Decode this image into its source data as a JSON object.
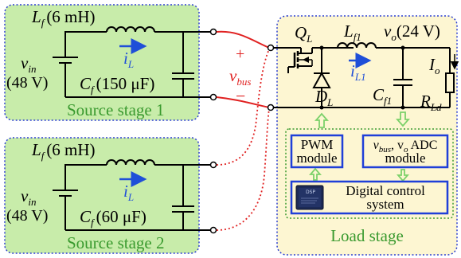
{
  "stages": {
    "source1": {
      "caption": "Source stage 1",
      "Lf_sym": "L",
      "Lf_sub": "f",
      "Lf_val": "(6 mH)",
      "iL_sym": "i",
      "iL_sub": "L",
      "vin_sym": "v",
      "vin_sub": "in",
      "vin_val": "(48 V)",
      "Cf_sym": "C",
      "Cf_sub": "f",
      "Cf_val": "(150 μF)"
    },
    "source2": {
      "caption": "Source stage 2",
      "Lf_sym": "L",
      "Lf_sub": "f",
      "Lf_val": "(6 mH)",
      "iL_sym": "i",
      "iL_sub": "L",
      "vin_sym": "v",
      "vin_sub": "in",
      "vin_val": "(48 V)",
      "Cf_sym": "C",
      "Cf_sub": "f",
      "Cf_val": "(60 μF)"
    },
    "load": {
      "caption": "Load stage",
      "QL_sym": "Q",
      "QL_sub": "L",
      "DL_sym": "D",
      "DL_sub": "L",
      "Lf1_sym": "L",
      "Lf1_sub": "f1",
      "iL1_sym": "i",
      "iL1_sub": "L1",
      "vo_sym": "v",
      "vo_sub": "o",
      "vo_val": "(24 V)",
      "Cf1_sym": "C",
      "Cf1_sub": "f1",
      "Io_sym": "I",
      "Io_sub": "o",
      "RLd_sym": "R",
      "RLd_sub": "Ld",
      "pwm_line1": "PWM",
      "pwm_line2": "module",
      "adc_line1": "v",
      "adc_line1_sub1": "bus",
      "adc_line1_mid": ", v",
      "adc_line1_sub2": "o",
      "adc_line1_end": " ADC",
      "adc_line2": "module",
      "dcs_line1": "Digital control",
      "dcs_line2": "system",
      "chip_brand": "DSP"
    }
  },
  "bus": {
    "plus": "+",
    "minus": "−",
    "vbus_sym": "v",
    "vbus_sub": "bus"
  },
  "colors": {
    "panel_fill": "#c8ecaa",
    "load_fill": "#fdf6d2",
    "panel_border": "#2b3fd0",
    "module_border": "#1f3fd8",
    "bus_red": "#e02020",
    "caption_green": "#3a9a2f",
    "arrow_green": "#7cd16a",
    "current_blue": "#1f4fd8"
  }
}
